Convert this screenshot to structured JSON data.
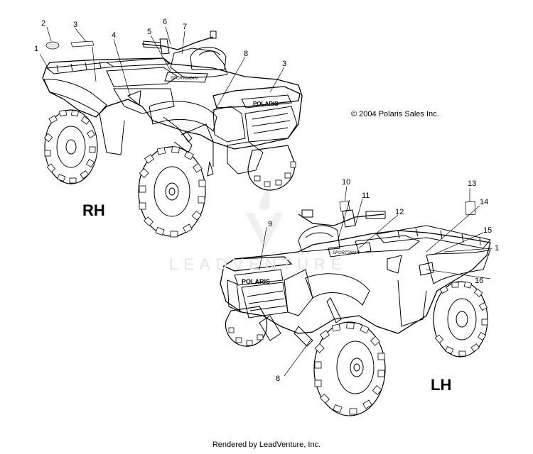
{
  "watermark": {
    "text": "LEADVENTURE"
  },
  "copyright": "© 2004 Polaris Sales Inc.",
  "footer": "Rendered by LeadVenture, Inc.",
  "views": {
    "rh": {
      "label": "RH",
      "brand": "POLARIS"
    },
    "lh": {
      "label": "LH",
      "brand": "POLARIS"
    }
  },
  "callouts": {
    "rh": [
      "1",
      "2",
      "3",
      "4",
      "5",
      "6",
      "7",
      "8",
      "3"
    ],
    "lh": [
      "10",
      "11",
      "12",
      "9",
      "13",
      "14",
      "15",
      "1",
      "16",
      "8"
    ]
  }
}
